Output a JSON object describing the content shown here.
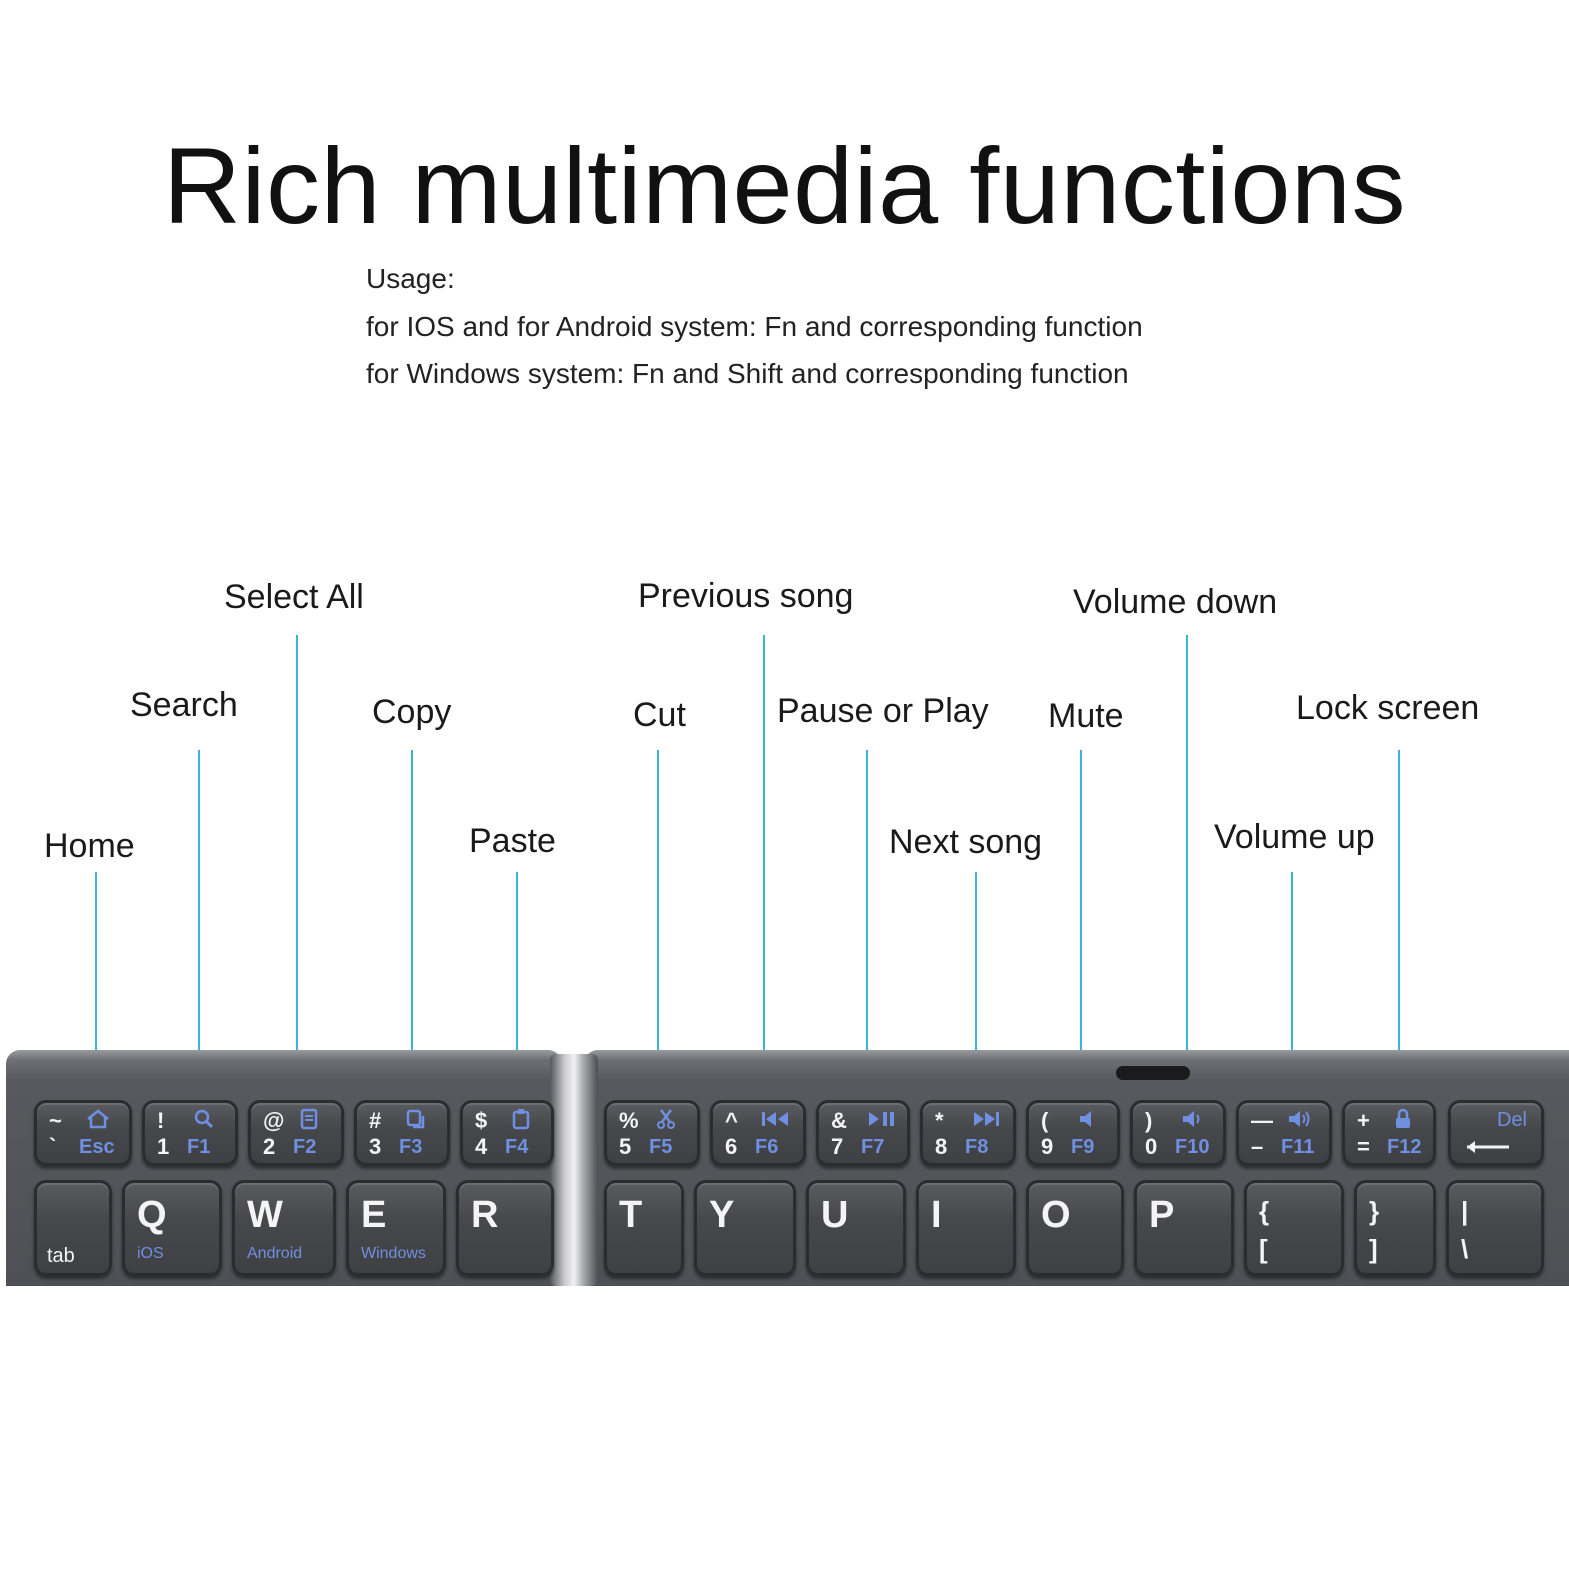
{
  "heading": "Rich multimedia functions",
  "usage": {
    "title": "Usage:",
    "line1": "for IOS and for Android system: Fn and corresponding function",
    "line2": "for Windows system: Fn and Shift and corresponding function"
  },
  "callouts": {
    "home": "Home",
    "search": "Search",
    "select_all": "Select All",
    "copy": "Copy",
    "paste": "Paste",
    "cut": "Cut",
    "previous_song": "Previous song",
    "pause_play": "Pause or Play",
    "next_song": "Next song",
    "mute": "Mute",
    "volume_down": "Volume down",
    "volume_up": "Volume up",
    "lock_screen": "Lock screen"
  },
  "function_row": [
    {
      "top": "~",
      "bottom": "`",
      "icon": "home-icon",
      "fn": "Esc"
    },
    {
      "top": "!",
      "bottom": "1",
      "icon": "search-icon",
      "fn": "F1"
    },
    {
      "top": "@",
      "bottom": "2",
      "icon": "select-all-icon",
      "fn": "F2"
    },
    {
      "top": "#",
      "bottom": "3",
      "icon": "copy-icon",
      "fn": "F3"
    },
    {
      "top": "$",
      "bottom": "4",
      "icon": "paste-icon",
      "fn": "F4"
    },
    {
      "top": "%",
      "bottom": "5",
      "icon": "scissors-icon",
      "fn": "F5"
    },
    {
      "top": "^",
      "bottom": "6",
      "icon": "previous-track-icon",
      "fn": "F6"
    },
    {
      "top": "&",
      "bottom": "7",
      "icon": "play-pause-icon",
      "fn": "F7"
    },
    {
      "top": "*",
      "bottom": "8",
      "icon": "next-track-icon",
      "fn": "F8"
    },
    {
      "top": "(",
      "bottom": "9",
      "icon": "mute-icon",
      "fn": "F9"
    },
    {
      "top": ")",
      "bottom": "0",
      "icon": "volume-down-icon",
      "fn": "F10"
    },
    {
      "top": "—",
      "bottom": "–",
      "icon": "volume-up-icon",
      "fn": "F11"
    },
    {
      "top": "+",
      "bottom": "=",
      "icon": "lock-icon",
      "fn": "F12"
    },
    {
      "fn": "Del",
      "icon": "backspace-arrow-icon"
    }
  ],
  "letter_row": {
    "tab": "tab",
    "q": "Q",
    "q_sub": "iOS",
    "w": "W",
    "w_sub": "Android",
    "e": "E",
    "e_sub": "Windows",
    "r": "R",
    "t": "T",
    "y": "Y",
    "u": "U",
    "i": "I",
    "o": "O",
    "p": "P",
    "lbrace_top": "{",
    "lbrace_bottom": "[",
    "rbrace_top": "}",
    "rbrace_bottom": "]",
    "pipe_top": "|",
    "pipe_bottom": "\\"
  },
  "colors": {
    "leader_line": "#39b6d2",
    "function_legend": "#6f8fe0",
    "keyboard_body": "#4f5055"
  }
}
